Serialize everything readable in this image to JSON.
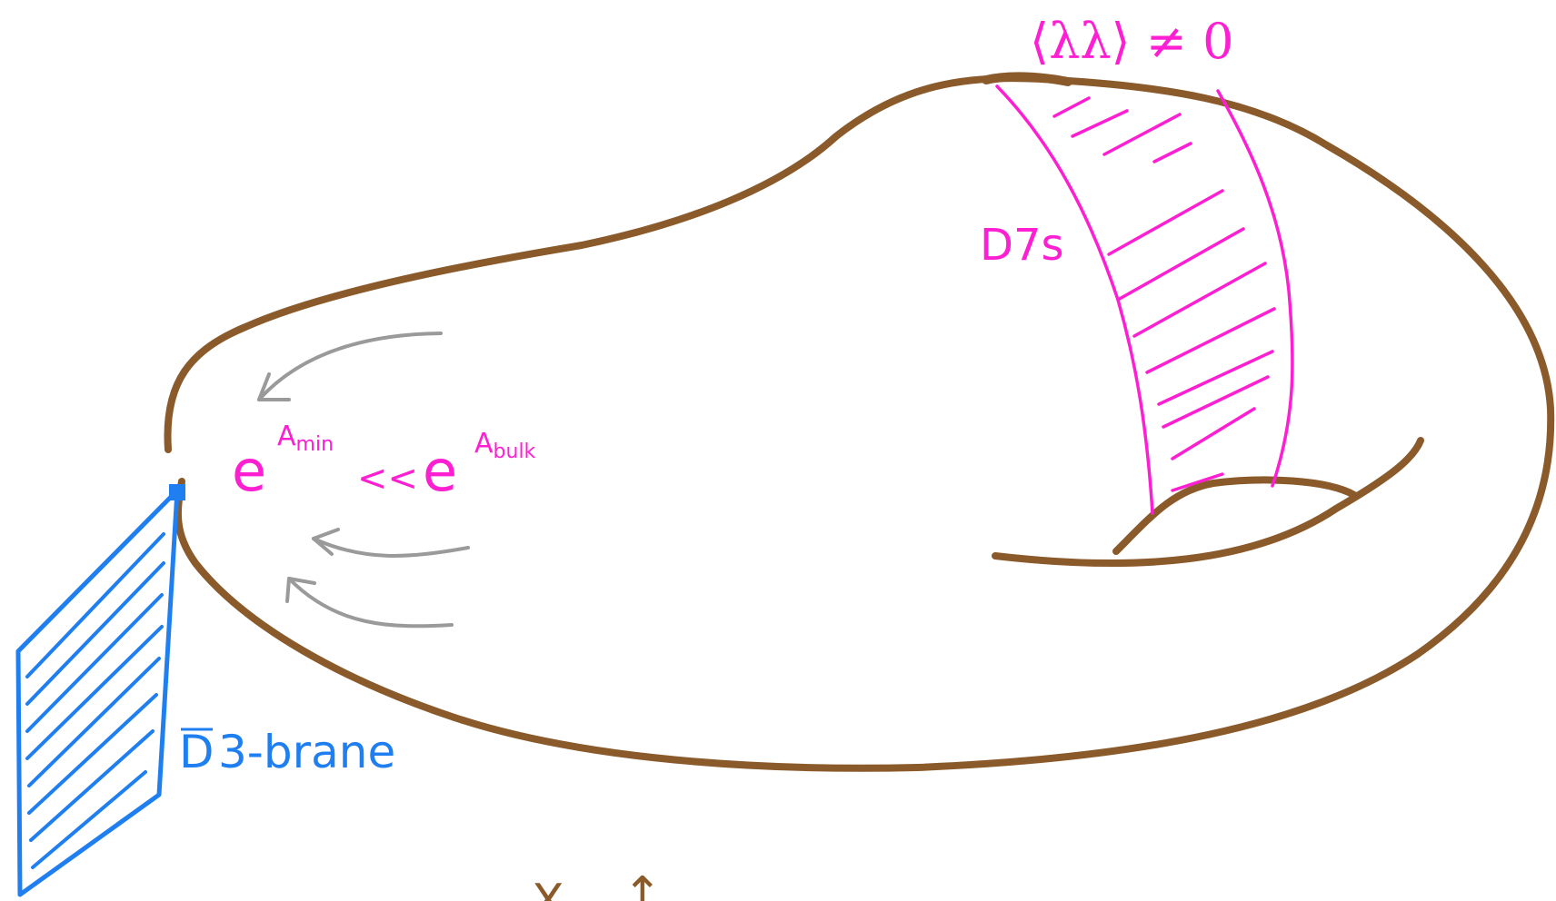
{
  "colors": {
    "manifold": "#8a5a2b",
    "d7": "#ff1fd2",
    "antibrane": "#1f7ff0",
    "arrows": "#9a9a9a",
    "background": "#ffffff"
  },
  "labels": {
    "gaugino_condensate": "⟨λλ⟩ ≠ 0",
    "d7_label": "D7s",
    "warp_base_left": "e",
    "warp_exp_left": "A",
    "warp_sub_left": "min",
    "warp_relation": "<<",
    "warp_base_right": "e",
    "warp_exp_right": "A",
    "warp_sub_right": "bulk",
    "antibrane_bar": "D",
    "antibrane_rest": "3-brane",
    "bottom_symbol": "X",
    "bottom_arrow": "↑"
  },
  "icons": {
    "flow_arrow": "arrow-left-icon"
  }
}
